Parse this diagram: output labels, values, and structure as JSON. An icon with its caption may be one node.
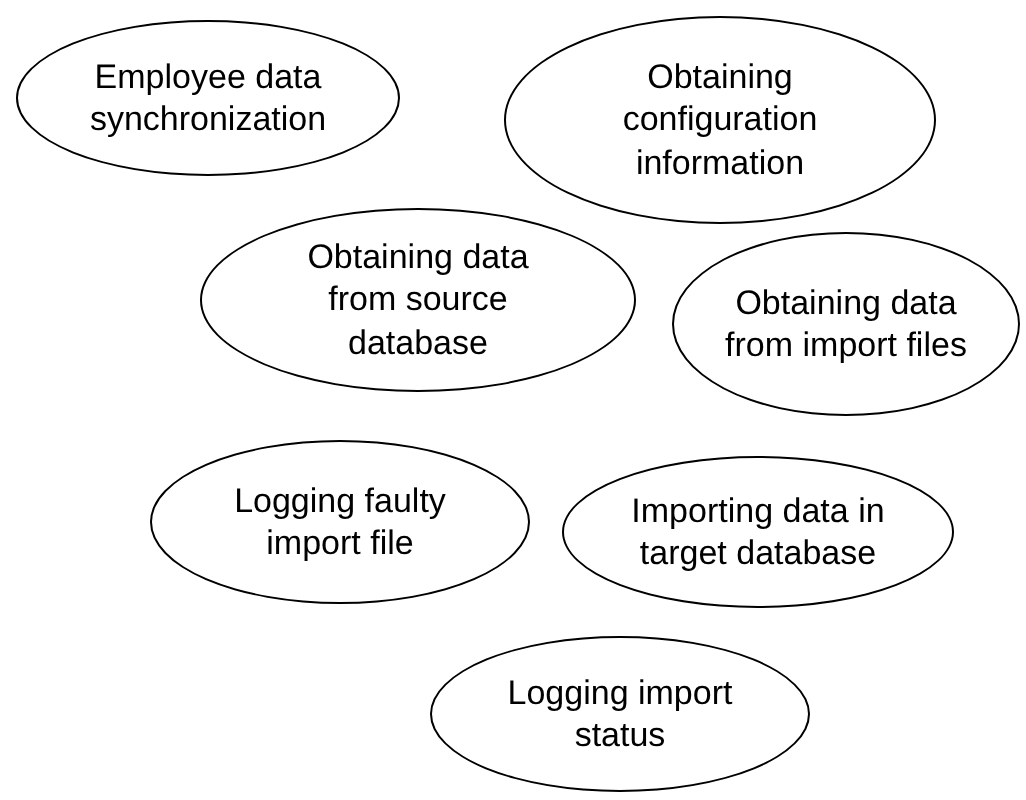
{
  "diagram": {
    "nodes": [
      {
        "text": [
          "Employee data synchronization"
        ]
      },
      {
        "text": [
          "Obtaining configuration information"
        ]
      },
      {
        "text": [
          "Obtaining data from source database"
        ]
      },
      {
        "text": [
          "Obtaining data from import files"
        ]
      },
      {
        "text": [
          "Logging faulty import file"
        ]
      },
      {
        "text": [
          "Importing data in target database"
        ]
      },
      {
        "text": [
          "Logging import status"
        ]
      }
    ]
  }
}
